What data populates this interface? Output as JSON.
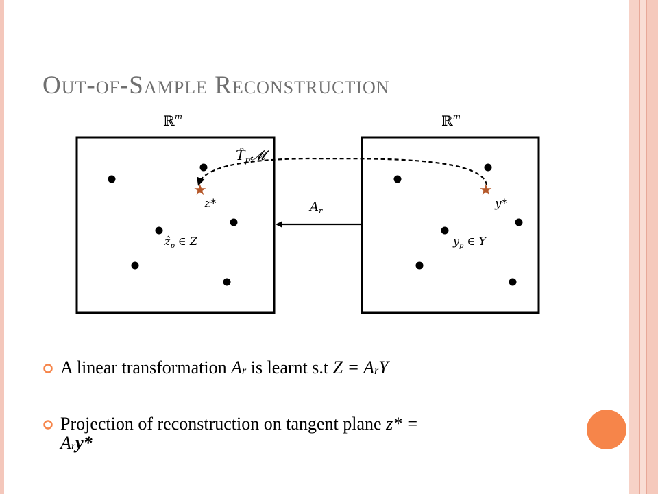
{
  "title": "Out-of-Sample Reconstruction",
  "diagram": {
    "left_space_label": "ℝ",
    "right_space_label": "ℝ",
    "space_exponent": "m",
    "tangent_label_T": "T̂",
    "tangent_label_sub": "p",
    "tangent_label_M": "𝓜",
    "z_star_label": "z*",
    "y_star_label": "y*",
    "z_set_label": "ẑ",
    "z_set_sub": "p",
    "z_set_tail": " ∈ Z",
    "y_set_label": "y",
    "y_set_sub": "p",
    "y_set_tail": " ∈ Y",
    "arrow_label": "A",
    "arrow_label_sub": "r",
    "star_color": "#b5582a"
  },
  "bullets": [
    {
      "pre": "A linear transformation ",
      "A": "A",
      "sub": "r",
      "mid": " is learnt s.t ",
      "eq": "Z = A",
      "eq_sub": "r",
      "eq_tail": "Y"
    },
    {
      "line1": "Projection of reconstruction on tangent plane ",
      "eq1": "z* =",
      "A": "A",
      "sub": "r",
      "tail": "y*"
    }
  ],
  "colors": {
    "title": "#6f6f6f",
    "accent_orange": "#f6854a",
    "edge_pink": "#f4c7bb"
  }
}
